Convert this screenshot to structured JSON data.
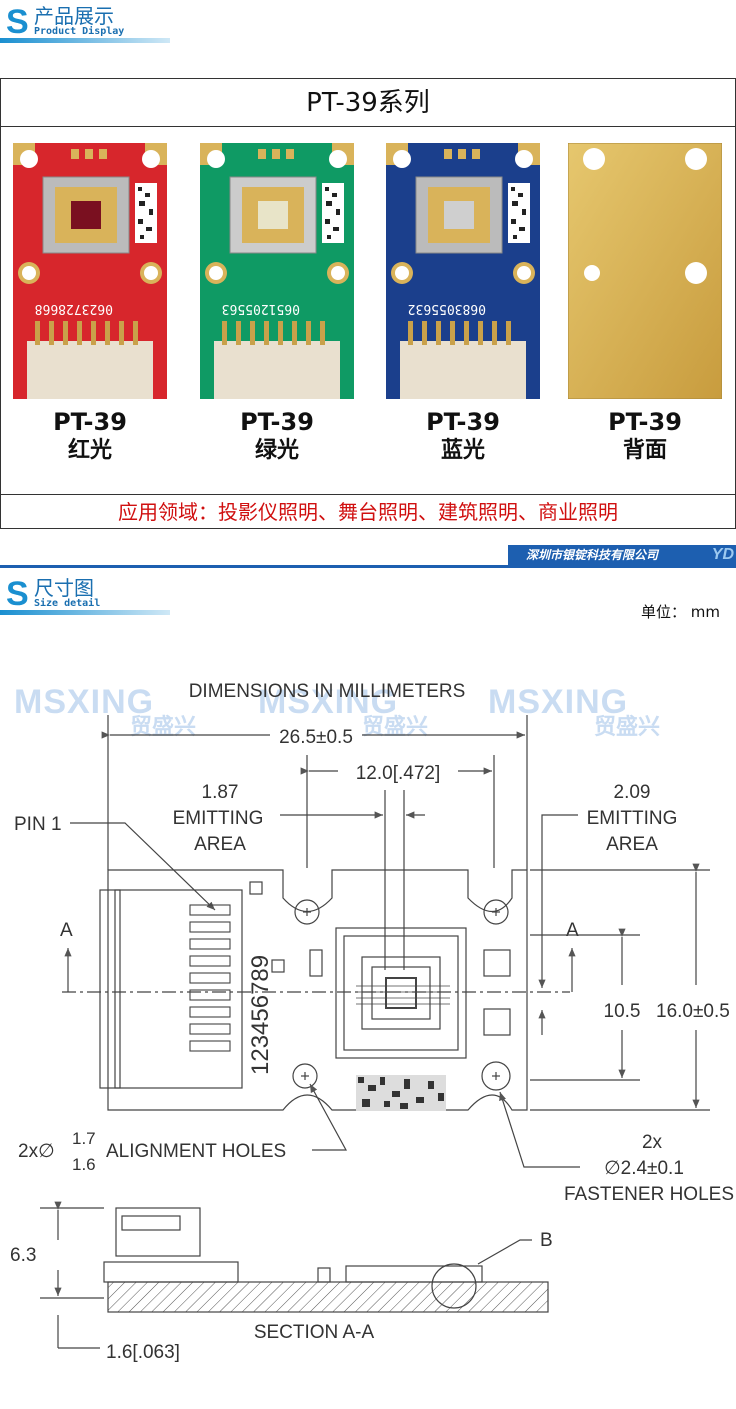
{
  "header1": {
    "cn": "产品展示",
    "en": "Product Display"
  },
  "product_box": {
    "title": "PT-39系列",
    "products": [
      {
        "name": "PT-39",
        "sub": "红光",
        "color": "#d7262c"
      },
      {
        "name": "PT-39",
        "sub": "绿光",
        "color": "#0f9a64"
      },
      {
        "name": "PT-39",
        "sub": "蓝光",
        "color": "#1b3f8c"
      },
      {
        "name": "PT-39",
        "sub": "背面",
        "color": "#d8b45a"
      }
    ],
    "serials": [
      "0623728668",
      "0651205563",
      "0683055632"
    ],
    "application": "应用领域：投影仪照明、舞台照明、建筑照明、商业照明"
  },
  "company": {
    "name": "深圳市银锭科技有限公司",
    "abbr": "YD"
  },
  "header2": {
    "cn": "尺寸图",
    "en": "Size detail"
  },
  "unit": "单位：  mm",
  "watermark": {
    "brand": "MSXING",
    "cn": "贸盛兴"
  },
  "drawing": {
    "title": "DIMENSIONS IN MILLIMETERS",
    "width": "26.5±0.5",
    "center": "12.0[.472]",
    "emit1_value": "1.87",
    "emit1_l1": "EMITTING",
    "emit1_l2": "AREA",
    "emit2_value": "2.09",
    "emit2_l1": "EMITTING",
    "emit2_l2": "AREA",
    "pin1": "PIN 1",
    "pins": "123456789",
    "section_mark": "A",
    "height_inner": "10.5",
    "height_outer": "16.0±0.5",
    "align_prefix": "2x∅",
    "align_hi": "1.7",
    "align_lo": "1.6",
    "align_label": "ALIGNMENT HOLES",
    "fast_count": "2x",
    "fast_dia": "∅2.4±0.1",
    "fast_label": "FASTENER HOLES",
    "sec_height": "6.3",
    "sec_base": "1.6[.063]",
    "sec_title": "SECTION A-A",
    "detail": "B"
  }
}
